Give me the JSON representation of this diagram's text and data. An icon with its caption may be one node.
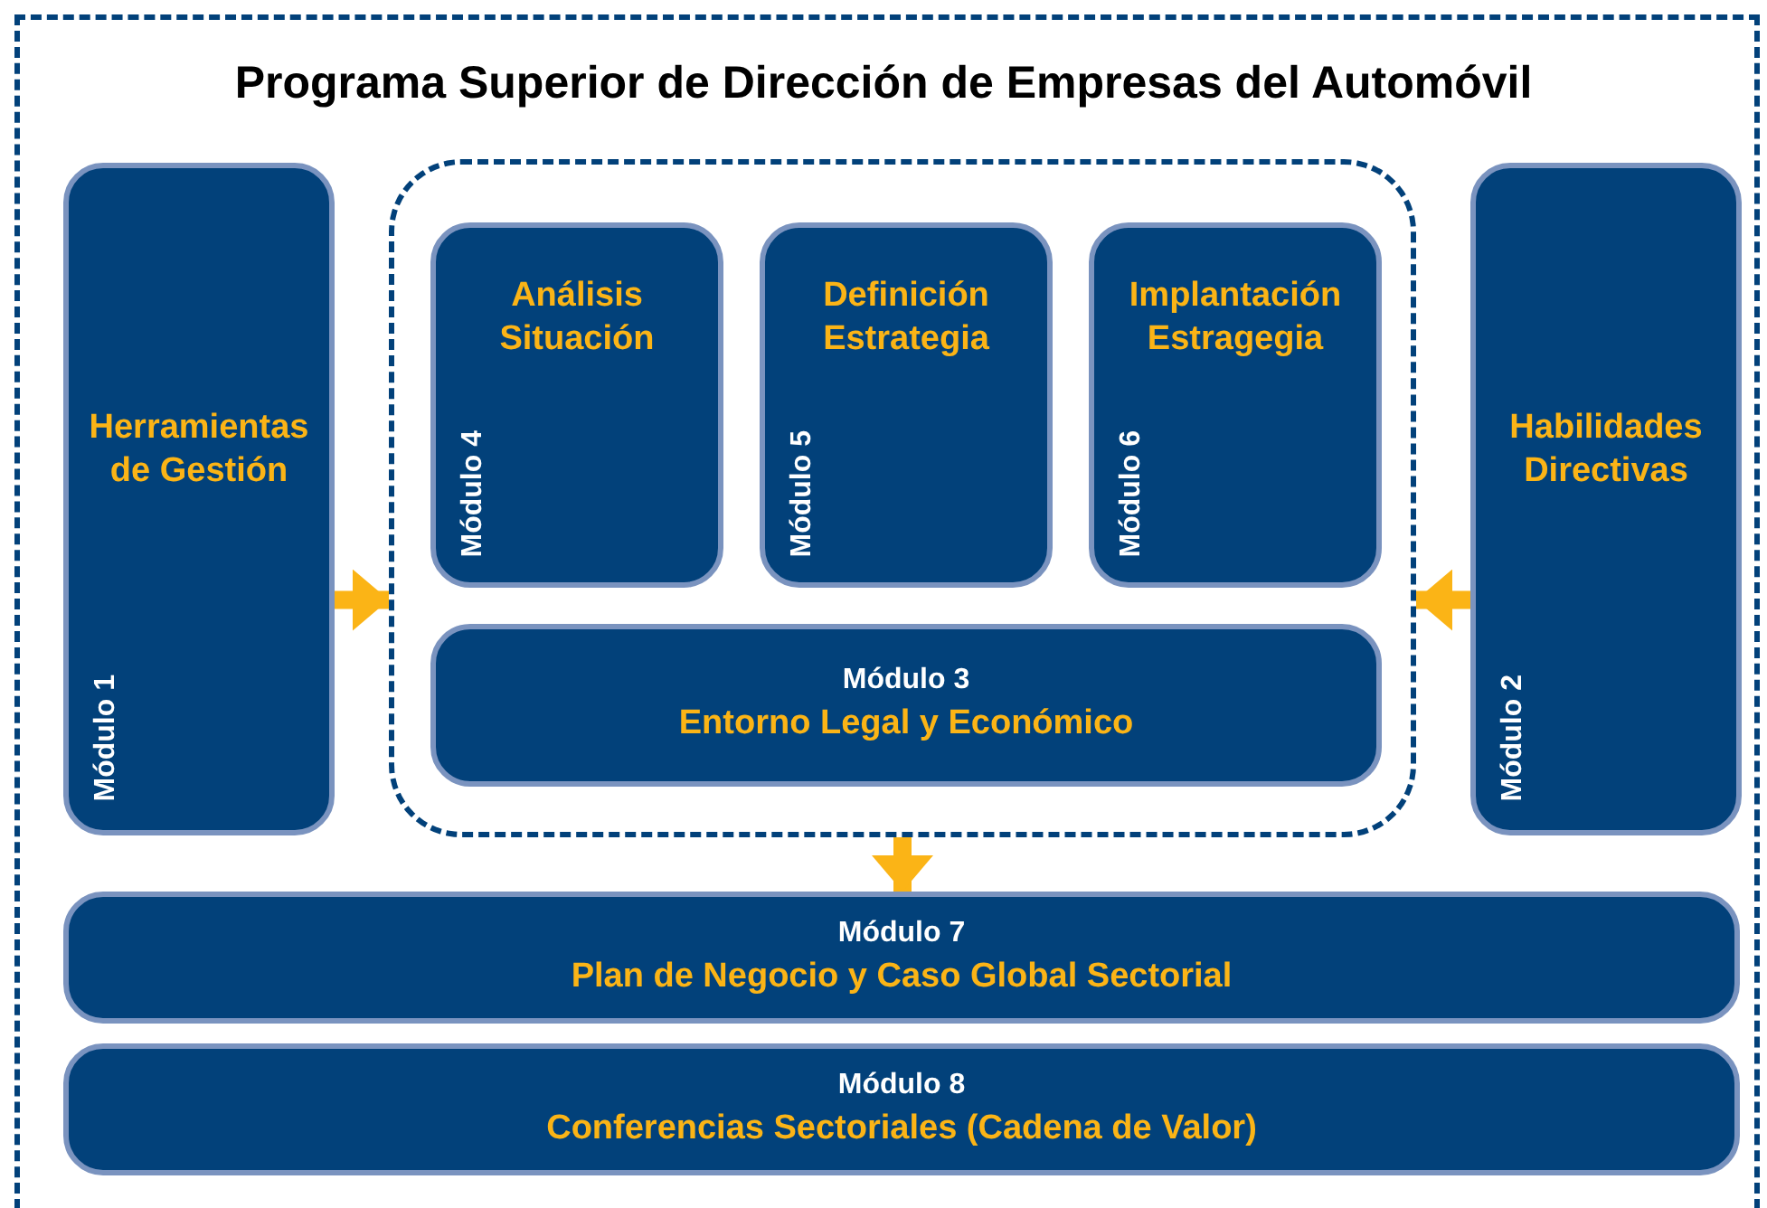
{
  "diagram": {
    "title": "Programa Superior de Dirección de Empresas del Automóvil",
    "nodes": [
      {
        "text": [
          "Herramientas de Gestión",
          "Módulo 1"
        ]
      },
      {
        "text": [],
        "shape": "box"
      },
      {
        "text": [
          "Análisis Situación",
          "Módulo 4"
        ],
        "in": 1
      },
      {
        "text": [
          "Definición Estrategia",
          "Módulo 5"
        ],
        "in": 1
      },
      {
        "text": [
          "Implantación Estragegia",
          "Módulo 6"
        ],
        "in": 1
      },
      {
        "text": [
          "Módulo 3",
          "Entorno Legal y Económico"
        ],
        "in": 1
      },
      {
        "text": [
          "Habilidades Directivas",
          "Módulo 2"
        ]
      },
      {
        "text": [
          "Módulo 7",
          "Plan de Negocio y Caso Global Sectorial"
        ]
      },
      {
        "text": [
          "Módulo 8",
          "Conferencias Sectoriales (Cadena de Valor)"
        ]
      }
    ],
    "edges": [
      {
        "from": 0,
        "to": 1,
        "arrow": "to"
      },
      {
        "from": 6,
        "to": 1,
        "arrow": "to"
      },
      {
        "from": 1,
        "to": 7,
        "arrow": "to"
      }
    ]
  }
}
